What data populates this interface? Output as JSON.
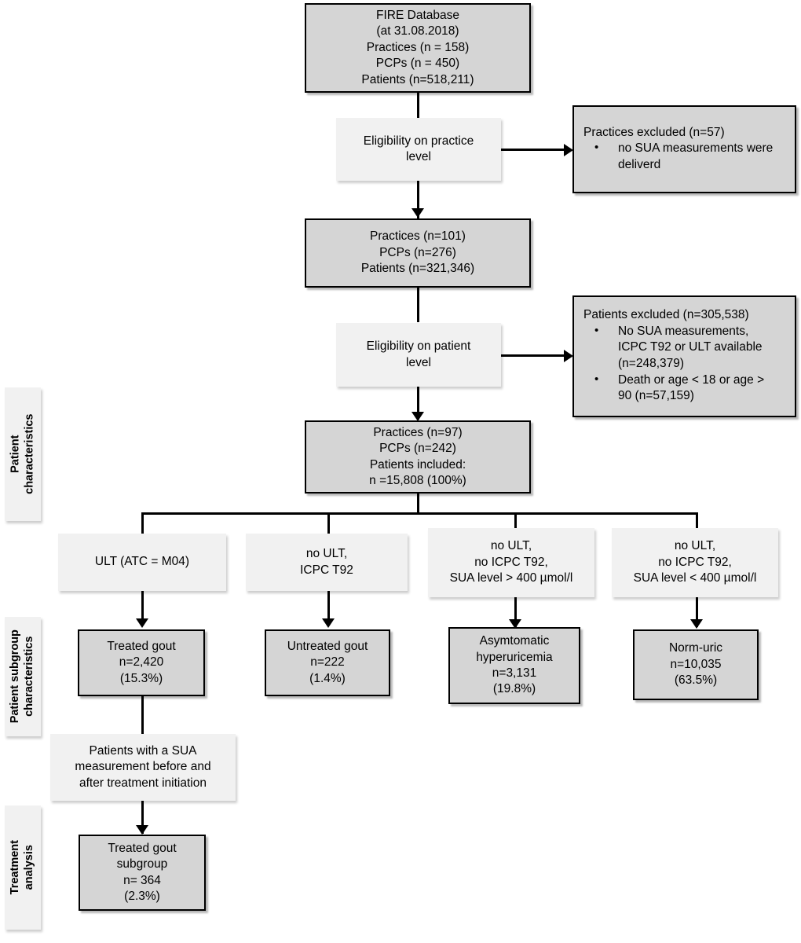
{
  "figure": {
    "type": "flowchart",
    "title": "FIRE Database patient selection flow diagram"
  },
  "side_labels": [
    {
      "id": "patient-characteristics",
      "text": "Patient\ncharacteristics"
    },
    {
      "id": "patient-subgroup-characteristics",
      "text": "Patient subgroup\ncharacteristics"
    },
    {
      "id": "treatment-analysis",
      "text": "Treatment\nanalysis"
    }
  ],
  "nodes": {
    "source": {
      "lines": [
        "FIRE Database",
        "(at 31.08.2018)",
        "Practices (n = 158)",
        "PCPs (n = 450)",
        "Patients (n=518,211)"
      ]
    },
    "eligibility_practice": {
      "lines": [
        "Eligibility on practice",
        "level"
      ]
    },
    "excluded_practices": {
      "heading": "Practices excluded (n=57)",
      "bullets": [
        "no SUA measurements were\ndeliverd"
      ]
    },
    "after_practice": {
      "lines": [
        "Practices (n=101)",
        "PCPs (n=276)",
        "Patients (n=321,346)"
      ]
    },
    "eligibility_patient": {
      "lines": [
        "Eligibility on patient",
        "level"
      ]
    },
    "excluded_patients": {
      "heading": "Patients excluded (n=305,538)",
      "bullets": [
        "No SUA measurements,\nICPC T92 or ULT available\n(n=248,379)",
        "Death or age < 18 or age >\n90 (n=57,159)"
      ]
    },
    "included": {
      "lines": [
        "Practices (n=97)",
        "PCPs (n=242)",
        "Patients included:",
        "n =15,808 (100%)"
      ]
    },
    "criteria_1": {
      "lines": [
        "ULT (ATC = M04)"
      ]
    },
    "criteria_2": {
      "lines": [
        "no ULT,",
        "ICPC T92"
      ]
    },
    "criteria_3": {
      "lines": [
        "no ULT,",
        "no ICPC T92,",
        "SUA level > 400 µmol/l"
      ]
    },
    "criteria_4": {
      "lines": [
        "no ULT,",
        "no ICPC T92,",
        "SUA level < 400 µmol/l"
      ]
    },
    "group_1": {
      "lines": [
        "Treated gout",
        "n=2,420",
        "(15.3%)"
      ]
    },
    "group_2": {
      "lines": [
        "Untreated gout",
        "n=222",
        "(1.4%)"
      ]
    },
    "group_3": {
      "lines": [
        "Asymtomatic",
        "hyperuricemia",
        "n=3,131",
        "(19.8%)"
      ]
    },
    "group_4": {
      "lines": [
        "Norm-uric",
        "n=10,035",
        "(63.5%)"
      ]
    },
    "sua_filter": {
      "lines": [
        "Patients with a SUA",
        "measurement before and",
        "after treatment initiation"
      ]
    },
    "treated_subgroup": {
      "lines": [
        "Treated gout",
        "subgroup",
        "n= 364",
        "(2.3%)"
      ]
    }
  },
  "colors": {
    "solid_fill": "#d5d5d5",
    "pale_fill": "#f1f1f1",
    "stroke": "#000000",
    "background": "#ffffff"
  }
}
